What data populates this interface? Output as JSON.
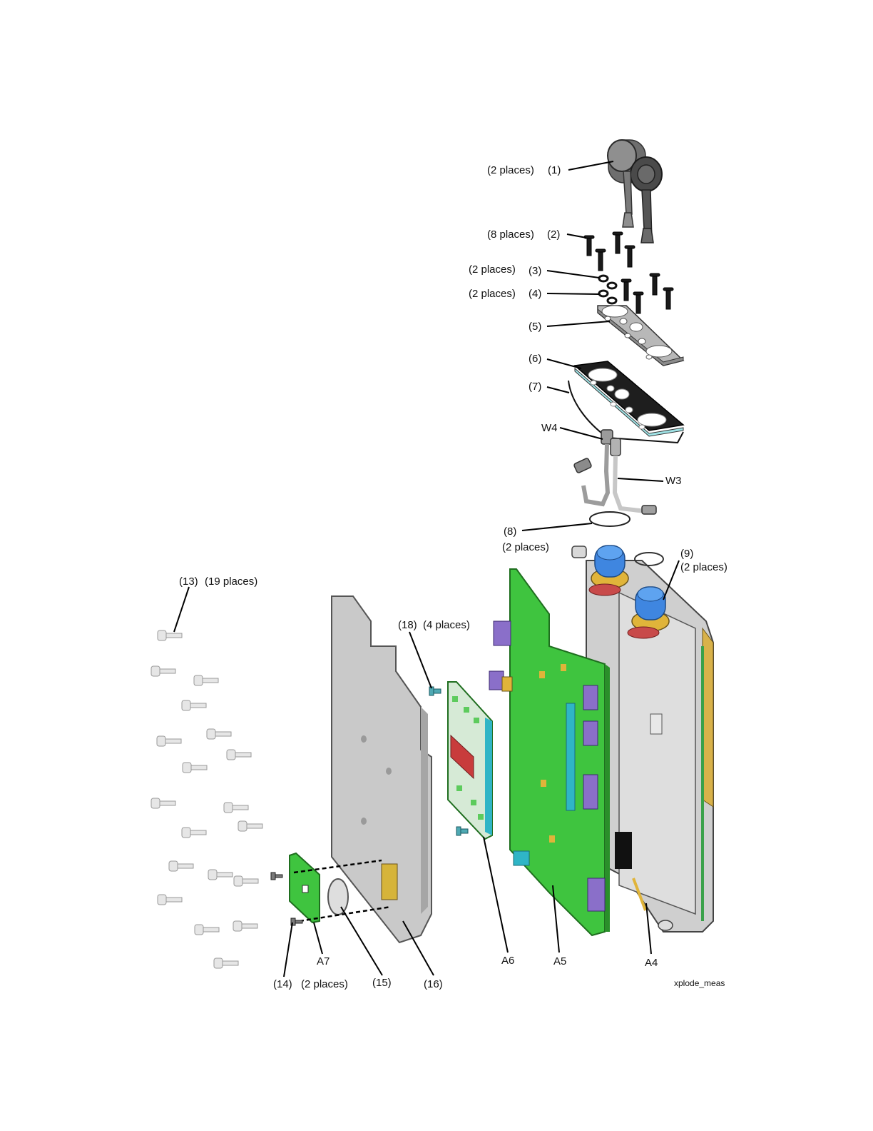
{
  "caption": "xplode_meas",
  "colors": {
    "pcb_green": "#3fc43f",
    "chassis_gray": "#c9c9c9",
    "connector_blue": "#3f86e0",
    "gold": "#e0b43a",
    "purple": "#8a6fc9",
    "red": "#c83c3c",
    "teal": "#2fb5c6"
  },
  "callouts": {
    "p1": {
      "qty": "(2 places)",
      "num": "(1)"
    },
    "p2": {
      "qty": "(8 places)",
      "num": "(2)"
    },
    "p3": {
      "qty": "(2 places)",
      "num": "(3)"
    },
    "p4": {
      "qty": "(2 places)",
      "num": "(4)"
    },
    "p5": {
      "num": "(5)"
    },
    "p6": {
      "num": "(6)"
    },
    "p7": {
      "num": "(7)"
    },
    "w4": {
      "num": "W4"
    },
    "w3": {
      "num": "W3"
    },
    "p8": {
      "num": "(8)",
      "qty": "(2 places)"
    },
    "p9": {
      "num": "(9)",
      "qty": "(2 places)"
    },
    "p13": {
      "num": "(13)",
      "qty": "(19 places)"
    },
    "p18": {
      "num": "(18)",
      "qty": "(4 places)"
    },
    "p14": {
      "num": "(14)",
      "qty": "(2 places)"
    },
    "p15": {
      "num": "(15)"
    },
    "p16": {
      "num": "(16)"
    },
    "a7": {
      "num": "A7"
    },
    "a6": {
      "num": "A6"
    },
    "a5": {
      "num": "A5"
    },
    "a4": {
      "num": "A4"
    }
  }
}
